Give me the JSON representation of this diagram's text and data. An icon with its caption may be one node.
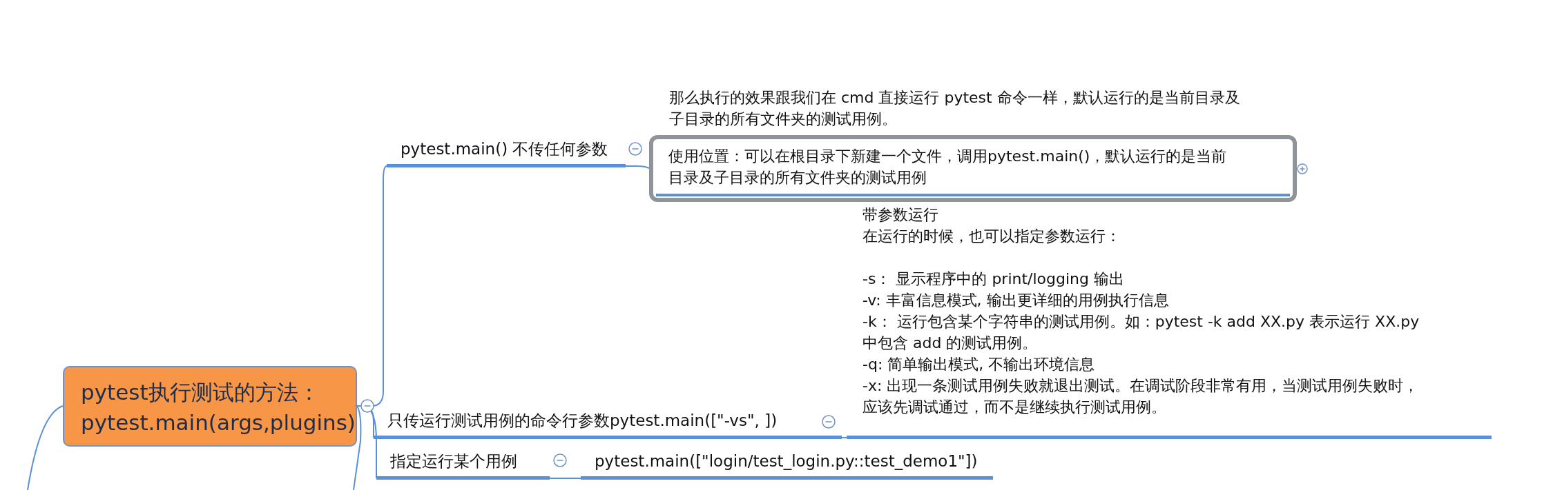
{
  "diagram": {
    "nodes": [
      {
        "text": [
          "pytest执行测试的方法：pytest.main(args,plugins)"
        ]
      },
      {
        "text": [
          "pytest.main() 不传任何参数"
        ]
      },
      {
        "text": [
          "那么执行的效果跟我们在 cmd 直接运行 pytest 命令一样，默认运行的是当前目录及子目录的所有文件夹的测试用例。",
          "使用位置：可以在根目录下新建一个文件，调用pytest.main()，默认运行的是当前目录及子目录的所有文件夹的测试用例"
        ]
      },
      {
        "text": [
          "只传运行测试用例的命令行参数pytest.main([\"-vs\", ])"
        ]
      },
      {
        "text": [
          "带参数运行",
          "在运行的时候，也可以指定参数运行：",
          "-s：  显示程序中的 print/logging 输出",
          "-v: 丰富信息模式, 输出更详细的用例执行信息",
          "-k：  运行包含某个字符串的测试用例。如：pytest -k add XX.py 表示运行 XX.py 中包含 add 的测试用例。",
          "-q: 简单输出模式, 不输出环境信息",
          "-x: 出现一条测试用例失败就退出测试。在调试阶段非常有用，当测试用例失败时，应该先调试通过，而不是继续执行测试用例。"
        ]
      },
      {
        "text": [
          "指定运行某个用例"
        ]
      },
      {
        "text": [
          "pytest.main([\"login/test_login.py::test_demo1\"])"
        ]
      }
    ],
    "edges": [
      {
        "from": null,
        "to": 0,
        "arrow": "none"
      },
      {
        "from": 0,
        "to": 1,
        "arrow": "none"
      },
      {
        "from": 0,
        "to": 3,
        "arrow": "none"
      },
      {
        "from": 0,
        "to": 5,
        "arrow": "none"
      },
      {
        "from": 0,
        "to": null,
        "arrow": "none"
      },
      {
        "from": 1,
        "to": 2,
        "arrow": "none"
      },
      {
        "from": 3,
        "to": 4,
        "arrow": "none"
      },
      {
        "from": 5,
        "to": 6,
        "arrow": "none"
      }
    ]
  }
}
